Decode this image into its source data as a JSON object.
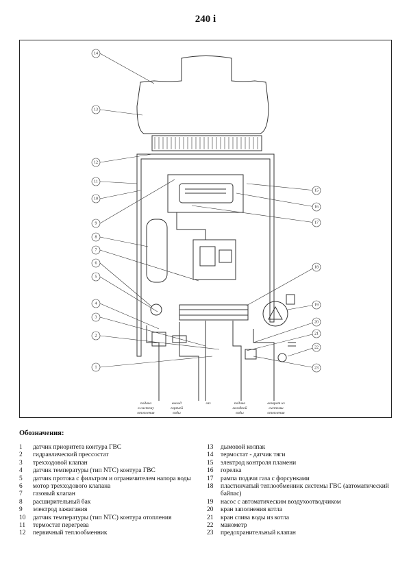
{
  "title": "240 i",
  "connections": [
    [
      "подача",
      "в систему",
      "отопления"
    ],
    [
      "выход",
      "горячей",
      "воды"
    ],
    [
      "газ"
    ],
    [
      "подача",
      "холодной",
      "воды"
    ],
    [
      "возврат из",
      "системы",
      "отопления"
    ]
  ],
  "callouts": [
    "14",
    "13",
    "12",
    "11",
    "10",
    "9",
    "8",
    "7",
    "6",
    "5",
    "4",
    "3",
    "2",
    "1",
    "15",
    "16",
    "17",
    "18",
    "19",
    "20",
    "21",
    "22",
    "23"
  ],
  "legend": {
    "title": "Обозначения:",
    "left": [
      {
        "n": "1",
        "text": "датчик приоритета контура ГВС"
      },
      {
        "n": "2",
        "text": "гидравлический прессостат"
      },
      {
        "n": "3",
        "text": "трехходовой клапан"
      },
      {
        "n": "4",
        "text": "датчик температуры (тип NTC) контура ГВС"
      },
      {
        "n": "5",
        "text": "датчик протока с фильтром и ограничителем напора воды"
      },
      {
        "n": "6",
        "text": "мотор трехходового клапана"
      },
      {
        "n": "7",
        "text": "газовый клапан"
      },
      {
        "n": "8",
        "text": "расширительный бак"
      },
      {
        "n": "9",
        "text": "электрод зажигания"
      },
      {
        "n": "10",
        "text": "датчик температуры (тип NTC) контура отопления"
      },
      {
        "n": "11",
        "text": "термостат перегрева"
      },
      {
        "n": "12",
        "text": "первичный теплообменник"
      }
    ],
    "right": [
      {
        "n": "13",
        "text": "дымовой колпак"
      },
      {
        "n": "14",
        "text": "термостат - датчик тяги"
      },
      {
        "n": "15",
        "text": "электрод контроля пламени"
      },
      {
        "n": "16",
        "text": "горелка"
      },
      {
        "n": "17",
        "text": "рампа подачи газа с форсунками"
      },
      {
        "n": "18",
        "text": "пластинчатый теплообменник системы ГВС (автоматический байпас)"
      },
      {
        "n": "19",
        "text": "насос с автоматическим воздухоотводчиком"
      },
      {
        "n": "20",
        "text": "кран заполнения котла"
      },
      {
        "n": "21",
        "text": "кран слива воды из котла"
      },
      {
        "n": "22",
        "text": "манометр"
      },
      {
        "n": "23",
        "text": "предохранительный клапан"
      }
    ]
  }
}
